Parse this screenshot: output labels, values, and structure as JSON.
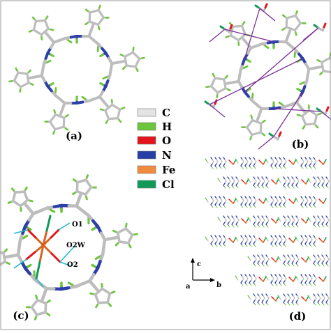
{
  "panels": {
    "a": {
      "label": "(a)"
    },
    "b": {
      "label": "(b)"
    },
    "c": {
      "label": "(c)",
      "atom_labels": [
        "O1",
        "O2W",
        "O2"
      ]
    },
    "d": {
      "label": "(d)",
      "axes": {
        "vertical": "c",
        "origin": "a",
        "horizontal": "b"
      }
    }
  },
  "legend": {
    "items": [
      {
        "element": "C",
        "color": "#e4e4e4"
      },
      {
        "element": "H",
        "color": "#6cc63c"
      },
      {
        "element": "O",
        "color": "#e3141b"
      },
      {
        "element": "N",
        "color": "#263ea6"
      },
      {
        "element": "Fe",
        "color": "#f08a3c"
      },
      {
        "element": "Cl",
        "color": "#0f9a5a"
      }
    ]
  },
  "colors": {
    "carbon": "#bdbdbd",
    "hydrogen": "#6cc63c",
    "nitrogen": "#2c3fa8",
    "oxygen": "#e3141b",
    "iron": "#d8621e",
    "chlorine": "#0f9a5a",
    "hbond_cyan": "#21b7c9",
    "contact_purple": "#7a2f95"
  }
}
